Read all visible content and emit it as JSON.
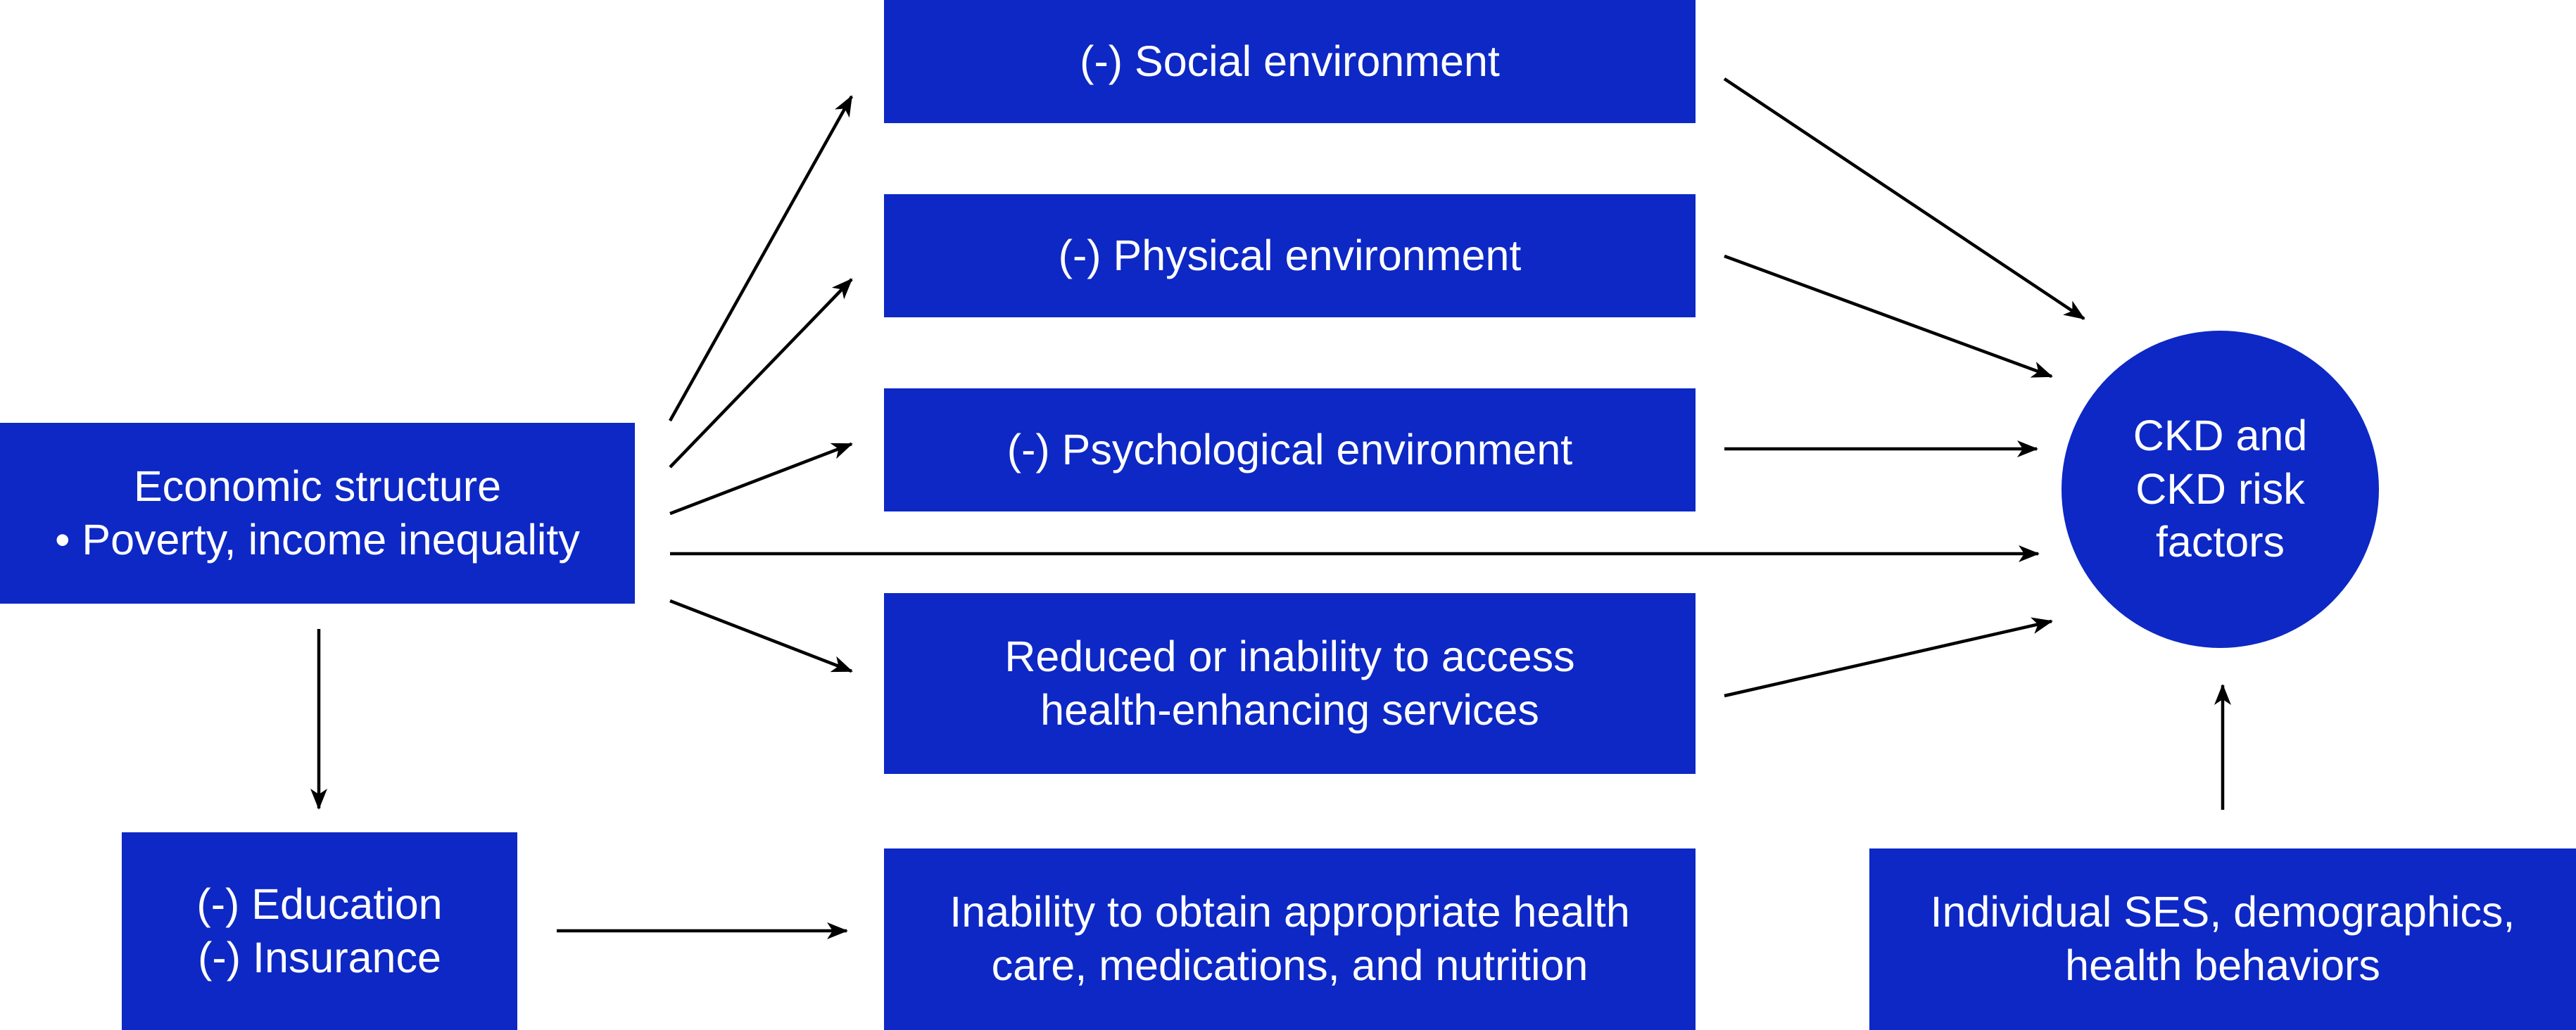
{
  "colors": {
    "box_fill": "#0d28c4",
    "text": "#ffffff",
    "arrow": "#000000",
    "background": "#ffffff"
  },
  "nodes": {
    "economic": {
      "line1": "Economic structure",
      "line2": "• Poverty, income inequality"
    },
    "social": {
      "line1": "(-) Social environment"
    },
    "physical": {
      "line1": "(-) Physical environment"
    },
    "psych": {
      "line1": "(-) Psychological environment"
    },
    "access": {
      "line1": "Reduced or inability to access",
      "line2": "health-enhancing services"
    },
    "healthcare": {
      "line1": "Inability to obtain appropriate health",
      "line2": "care, medications, and nutrition"
    },
    "education": {
      "line1": "(-) Education",
      "line2": "(-) Insurance"
    },
    "individual": {
      "line1": "Individual SES, demographics,",
      "line2": "health behaviors"
    },
    "ckd": {
      "line1": "CKD and",
      "line2": "CKD risk",
      "line3": "factors"
    }
  },
  "edges": [
    {
      "from": "economic",
      "to": "social"
    },
    {
      "from": "economic",
      "to": "physical"
    },
    {
      "from": "economic",
      "to": "psych"
    },
    {
      "from": "economic",
      "to": "ckd"
    },
    {
      "from": "economic",
      "to": "access"
    },
    {
      "from": "economic",
      "to": "education"
    },
    {
      "from": "social",
      "to": "ckd"
    },
    {
      "from": "physical",
      "to": "ckd"
    },
    {
      "from": "psych",
      "to": "ckd"
    },
    {
      "from": "access",
      "to": "ckd"
    },
    {
      "from": "education",
      "to": "healthcare"
    },
    {
      "from": "individual",
      "to": "ckd"
    }
  ]
}
